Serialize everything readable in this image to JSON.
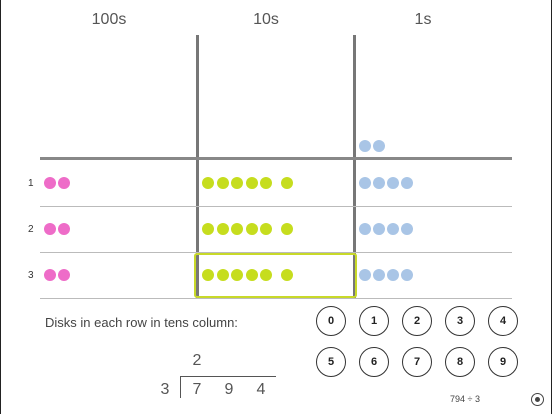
{
  "column_headers": {
    "hundreds": "100s",
    "tens": "10s",
    "ones": "1s"
  },
  "rows": [
    {
      "label": "1",
      "hundreds_disks": 2,
      "tens_disks": 6,
      "ones_disks": 4
    },
    {
      "label": "2",
      "hundreds_disks": 2,
      "tens_disks": 6,
      "ones_disks": 4
    },
    {
      "label": "3",
      "hundreds_disks": 2,
      "tens_disks": 6,
      "ones_disks": 4
    }
  ],
  "remainder_ones_disks": 2,
  "highlighted_row": "3",
  "prompt": "Disks in each row in tens column:",
  "number_buttons": [
    "0",
    "1",
    "2",
    "3",
    "4",
    "5",
    "6",
    "7",
    "8",
    "9"
  ],
  "long_division": {
    "divisor": "3",
    "dividend_digits": [
      "7",
      "9",
      "4"
    ],
    "quotient_digits": [
      "2"
    ]
  },
  "problem_label": "794 ÷ 3",
  "colors": {
    "hundreds": "#ee6cc8",
    "tens": "#c6dd1e",
    "ones": "#a9c5e6",
    "highlight": "#c8d928"
  },
  "icons": {
    "target": "target-icon"
  }
}
